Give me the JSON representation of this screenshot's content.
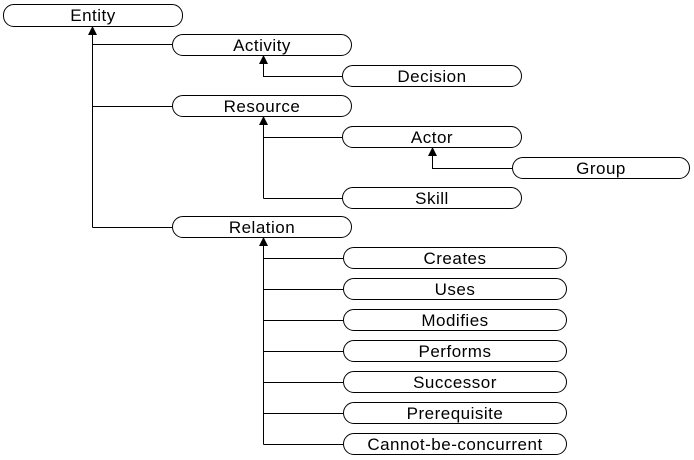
{
  "diagram": {
    "type": "hierarchy",
    "background": "#ffffff",
    "box_fill": "#ffffff",
    "box_border": "#000000",
    "line_color": "#000000",
    "text_color": "#000000",
    "nodes": {
      "entity": {
        "label": "Entity"
      },
      "activity": {
        "label": "Activity"
      },
      "decision": {
        "label": "Decision"
      },
      "resource": {
        "label": "Resource"
      },
      "actor": {
        "label": "Actor"
      },
      "group": {
        "label": "Group"
      },
      "skill": {
        "label": "Skill"
      },
      "relation": {
        "label": "Relation"
      },
      "creates": {
        "label": "Creates"
      },
      "uses": {
        "label": "Uses"
      },
      "modifies": {
        "label": "Modifies"
      },
      "performs": {
        "label": "Performs"
      },
      "successor": {
        "label": "Successor"
      },
      "prerequisite": {
        "label": "Prerequisite"
      },
      "cannot_be_concurrent": {
        "label": "Cannot-be-concurrent"
      }
    },
    "edges": [
      {
        "from": "activity",
        "to": "entity"
      },
      {
        "from": "resource",
        "to": "entity"
      },
      {
        "from": "relation",
        "to": "entity"
      },
      {
        "from": "decision",
        "to": "activity"
      },
      {
        "from": "actor",
        "to": "resource"
      },
      {
        "from": "skill",
        "to": "resource"
      },
      {
        "from": "group",
        "to": "actor"
      },
      {
        "from": "creates",
        "to": "relation"
      },
      {
        "from": "uses",
        "to": "relation"
      },
      {
        "from": "modifies",
        "to": "relation"
      },
      {
        "from": "performs",
        "to": "relation"
      },
      {
        "from": "successor",
        "to": "relation"
      },
      {
        "from": "prerequisite",
        "to": "relation"
      },
      {
        "from": "cannot_be_concurrent",
        "to": "relation"
      }
    ]
  }
}
